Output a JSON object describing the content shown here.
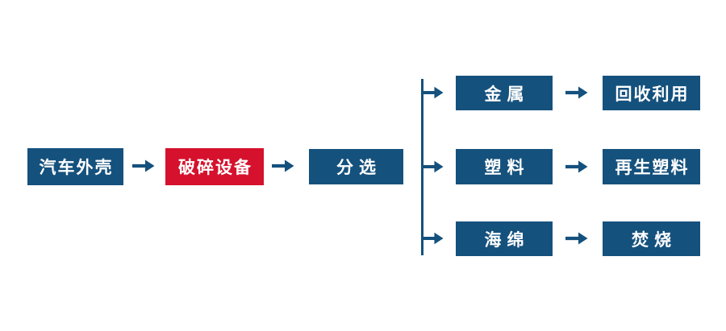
{
  "colors": {
    "node_blue": "#15517D",
    "node_red": "#D5112D",
    "node_text": "#FFFFFF",
    "connector": "#15517D",
    "background": "#FFFFFF"
  },
  "flow": {
    "main_nodes": [
      {
        "label": "汽车外壳",
        "color": "blue"
      },
      {
        "label": "破碎设备",
        "color": "red"
      },
      {
        "label": "分选",
        "color": "blue"
      }
    ],
    "branches": [
      {
        "material": "金属",
        "outcome": "回收利用"
      },
      {
        "material": "塑料",
        "outcome": "再生塑料"
      },
      {
        "material": "海绵",
        "outcome": "焚烧"
      }
    ]
  }
}
